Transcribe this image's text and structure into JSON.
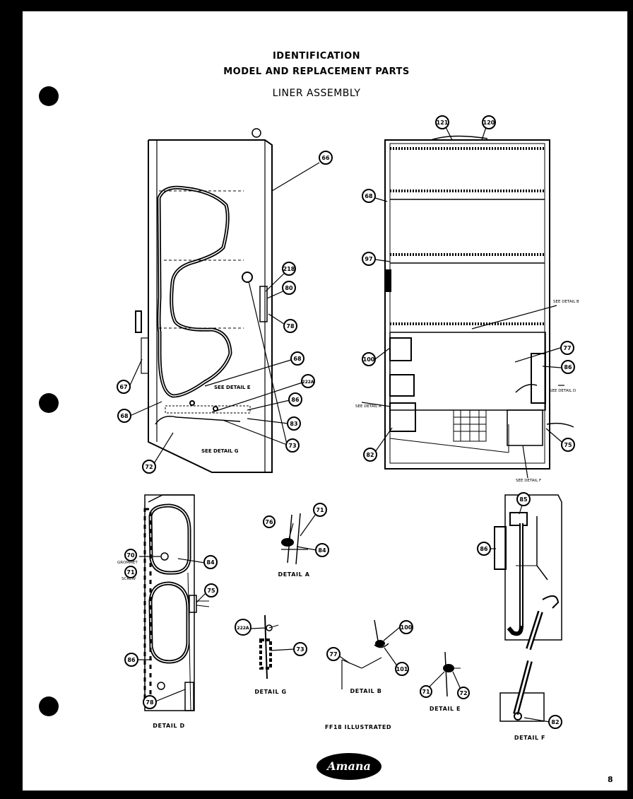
{
  "header": {
    "line1": "IDENTIFICATION",
    "line2": "MODEL AND REPLACEMENT PARTS",
    "line3": "LINER ASSEMBLY"
  },
  "callouts": {
    "c66a": "66",
    "c218": "218",
    "c80": "80",
    "c78a": "78",
    "c67": "67",
    "c68a": "68",
    "c68b": "68",
    "c222a": "222A",
    "c86a": "86",
    "c83": "83",
    "c73a": "73",
    "c72a": "72",
    "c121": "121",
    "c120": "120",
    "c68c": "68",
    "c97": "97",
    "c77a": "77",
    "c86b": "86",
    "c100a": "100",
    "c82a": "82",
    "c75a": "75",
    "c70": "70",
    "c71a": "71",
    "c84a": "84",
    "c75b": "75",
    "c86c": "86",
    "c78b": "78",
    "c76": "76",
    "c71b": "71",
    "c84b": "84",
    "c222b": "222A",
    "c73b": "73",
    "c100b": "100",
    "c77b": "77",
    "c101": "101",
    "c71c": "71",
    "c72b": "72",
    "c85": "85",
    "c86d": "86",
    "c82b": "82"
  },
  "labels": {
    "see_detail_e": "SEE DETAIL E",
    "see_detail_g": "SEE DETAIL G",
    "see_detail_b": "SEE DETAIL B",
    "see_detail_d": "SEE DETAIL D",
    "see_detail_a": "SEE DETAIL A",
    "see_detail_f": "SEE DETAIL F",
    "grommet": "GROMMET",
    "screw": "SCREW"
  },
  "captions": {
    "detail_a": "DETAIL A",
    "detail_d": "DETAIL D",
    "detail_g": "DETAIL G",
    "detail_b": "DETAIL B",
    "detail_e": "DETAIL E",
    "detail_f": "DETAIL F",
    "illustrated": "FF18 ILLUSTRATED"
  },
  "logo": "Amana",
  "page_number": "8"
}
